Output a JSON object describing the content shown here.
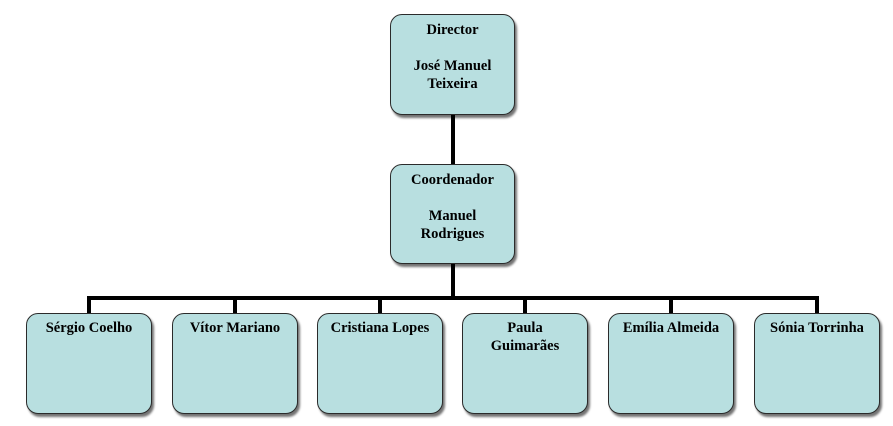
{
  "org_chart": {
    "director": {
      "role": "Director",
      "name": "José Manuel\nTeixeira"
    },
    "coordinator": {
      "role": "Coordenador",
      "name": "Manuel\nRodrigues"
    },
    "staff": [
      {
        "name": "Sérgio Coelho"
      },
      {
        "name": "Vítor Mariano"
      },
      {
        "name": "Cristiana Lopes"
      },
      {
        "name": "Paula\nGuimarães"
      },
      {
        "name": "Emília Almeida"
      },
      {
        "name": "Sónia Torrinha"
      }
    ]
  },
  "colors": {
    "box_fill": "#b8dfe0",
    "box_border": "#2b2b2b",
    "connector": "#000000"
  }
}
